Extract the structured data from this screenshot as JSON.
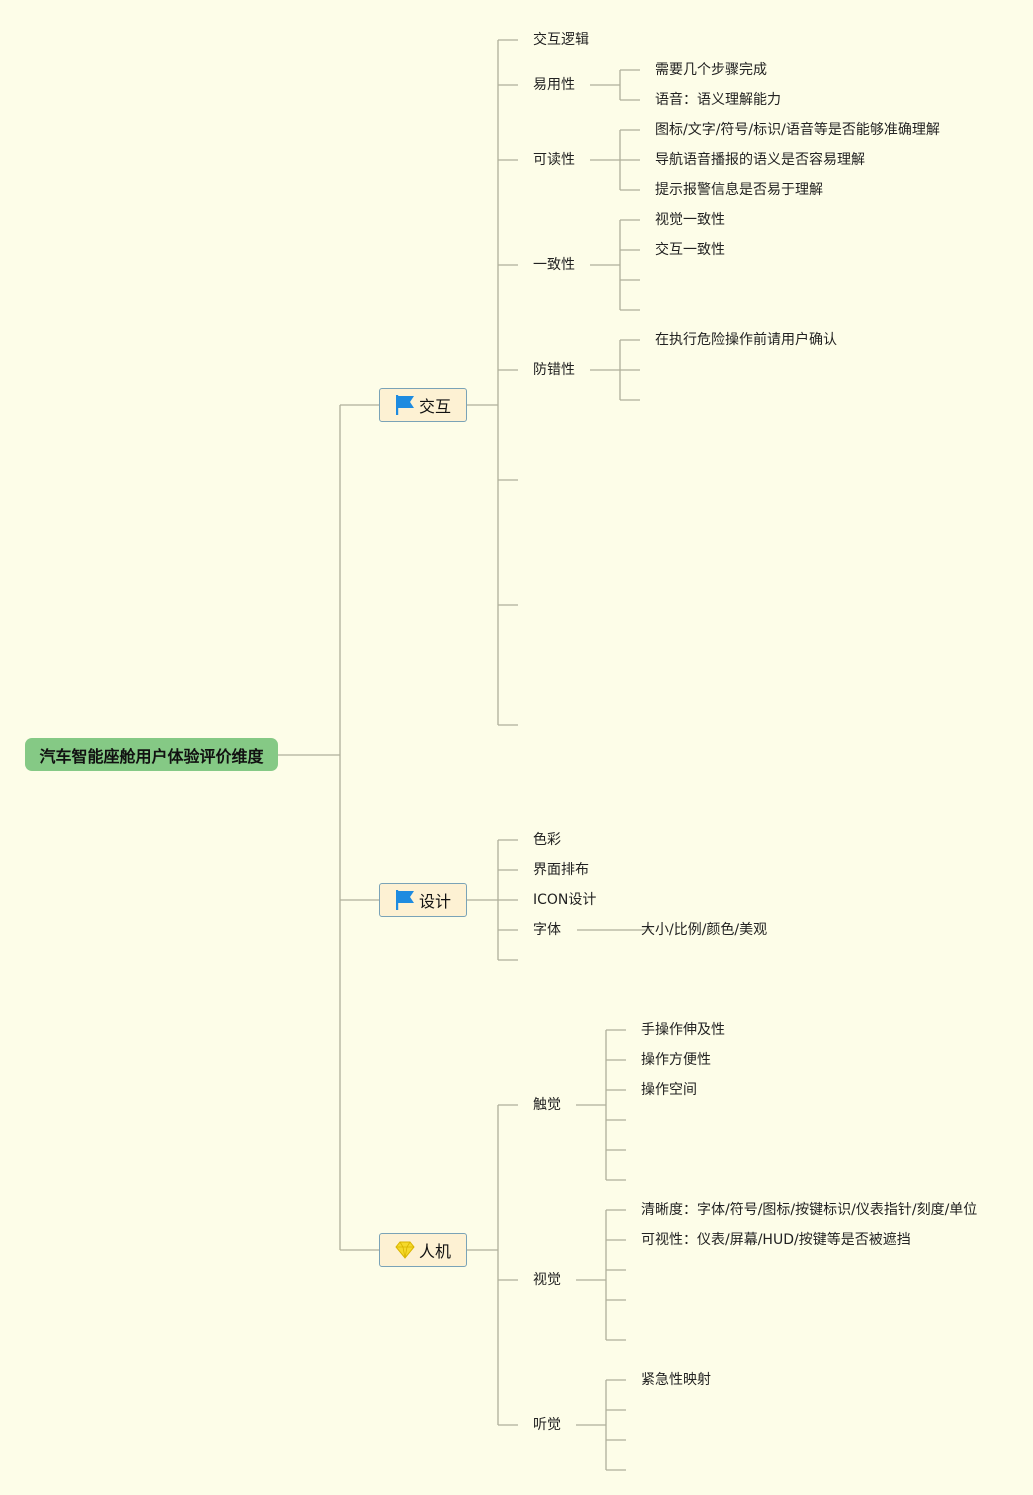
{
  "root": "汽车智能座舱用户体验评价维度",
  "colors": {
    "root_bg": "#85c985",
    "cat_bg": "#fdf1d3",
    "line": "#b0b09a",
    "flag": "#1e8be0",
    "gem": "#f5d92a"
  },
  "categories": [
    {
      "label": "交互",
      "icon": "flag-icon",
      "children": [
        {
          "label": "交互逻辑",
          "items": []
        },
        {
          "label": "易用性",
          "items": [
            "需要几个步骤完成",
            "语音：语义理解能力"
          ]
        },
        {
          "label": "可读性",
          "items": [
            "图标/文字/符号/标识/语音等是否能够准确理解",
            "导航语音播报的语义是否容易理解",
            "提示报警信息是否易于理解"
          ]
        },
        {
          "label": "一致性",
          "items": [
            "视觉一致性",
            "交互一致性",
            "",
            ""
          ]
        },
        {
          "label": "防错性",
          "items": [
            "在执行危险操作前请用户确认",
            "",
            ""
          ]
        },
        {
          "label": "",
          "items": []
        },
        {
          "label": "",
          "items": []
        },
        {
          "label": "",
          "items": []
        }
      ]
    },
    {
      "label": "设计",
      "icon": "flag-icon",
      "children": [
        {
          "label": "色彩",
          "items": []
        },
        {
          "label": "界面排布",
          "items": []
        },
        {
          "label": "ICON设计",
          "items": []
        },
        {
          "label": "字体",
          "items": [
            "大小/比例/颜色/美观"
          ]
        },
        {
          "label": "",
          "items": []
        }
      ]
    },
    {
      "label": "人机",
      "icon": "gem-icon",
      "children": [
        {
          "label": "触觉",
          "items": [
            "手操作伸及性",
            "操作方便性",
            "操作空间",
            "",
            "",
            ""
          ]
        },
        {
          "label": "视觉",
          "items": [
            "清晰度：字体/符号/图标/按键标识/仪表指针/刻度/单位",
            "可视性：仪表/屏幕/HUD/按键等是否被遮挡",
            "",
            "",
            ""
          ]
        },
        {
          "label": "听觉",
          "items": [
            "紧急性映射",
            "",
            "",
            ""
          ]
        }
      ]
    }
  ]
}
